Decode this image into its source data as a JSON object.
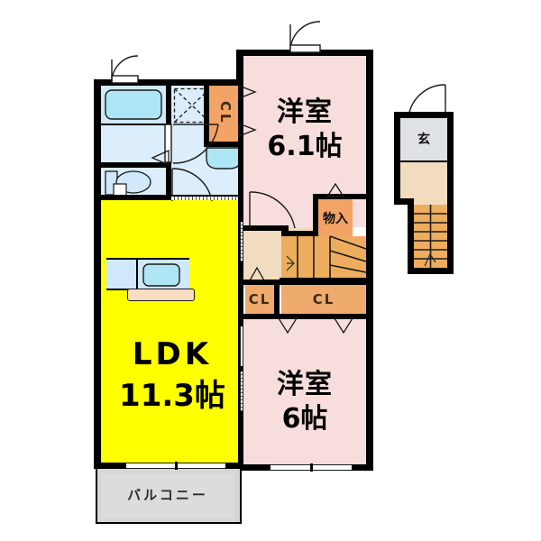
{
  "document": {
    "type": "japanese-floor-plan",
    "title": "間取り図"
  },
  "rooms": [
    {
      "id": "washitsu_top",
      "name": "洋室",
      "size": "6.1帖",
      "color": "#f7dedd"
    },
    {
      "id": "washitsu_bot",
      "name": "洋室",
      "size": "6帖",
      "color": "#f7dedd"
    },
    {
      "id": "ldk",
      "name": "ＬＤＫ",
      "size": "11.3帖",
      "color": "#ffff00"
    }
  ],
  "labels": {
    "ldk_name": "LDK",
    "ldk_size": "11.3帖",
    "room_top_name": "洋室",
    "room_top_size": "6.1帖",
    "room_bottom_name": "洋室",
    "room_bottom_size": "6帖",
    "closet_top": "CL",
    "closet_mid_small": "CL",
    "closet_mid_large": "CL",
    "storage": "物入",
    "entrance": "玄",
    "balcony": "バルコニー"
  },
  "colors": {
    "wall": "#000000",
    "room_pink": "#f7dedd",
    "ldk_yellow": "#ffff00",
    "water_blue": "#dceefb",
    "fixture_cyan": "#aee6f5",
    "closet_orange": "#f2a365",
    "stair_orange": "#eead5e",
    "hall_tan": "#f2dcc0",
    "balcony_gray": "#d6d6d6",
    "genkan_gray": "#dfe2e4"
  },
  "fixtures": [
    {
      "id": "bathtub",
      "name": "浴槽",
      "icon": "bathtub-icon"
    },
    {
      "id": "toilet",
      "name": "トイレ",
      "icon": "toilet-icon"
    },
    {
      "id": "washbasin",
      "name": "洗面台",
      "icon": "washbasin-icon"
    },
    {
      "id": "kitchen",
      "name": "キッチン",
      "icon": "kitchen-sink-icon"
    },
    {
      "id": "washer",
      "name": "洗濯機置場",
      "icon": "washer-placement-icon"
    },
    {
      "id": "stairs_in",
      "name": "階段",
      "icon": "stairs-icon"
    },
    {
      "id": "stairs_out",
      "name": "外階段",
      "icon": "outdoor-stairs-icon"
    }
  ]
}
